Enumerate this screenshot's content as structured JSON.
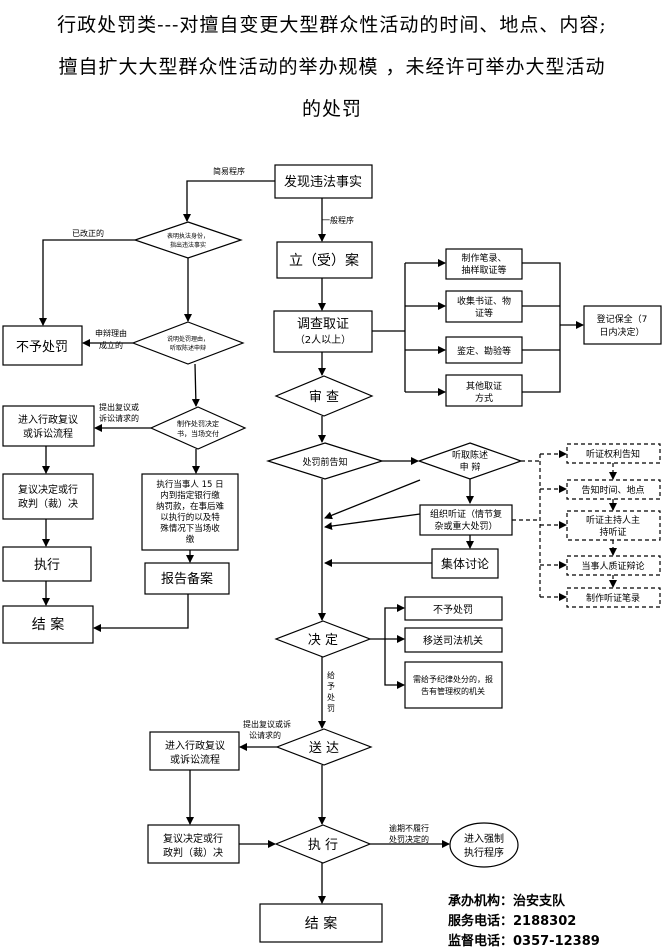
{
  "title": {
    "line1": "行政处罚类---对擅自变更大型群众性活动的时间、地点、内容;",
    "line2": "擅自扩大大型群众性活动的举办规模 ，未经许可举办大型活动",
    "line3": "的处罚"
  },
  "nodes": {
    "discover": "发现违法事实",
    "file_case": "立（受）案",
    "investigate_1": "调查取证",
    "investigate_2": "（2人以上）",
    "review": "审 查",
    "pre_notice": "处罚前告知",
    "hearing_defense_1": "听取陈述",
    "hearing_defense_2": "申 辩",
    "org_hearing_1": "组织听证（情节复",
    "org_hearing_2": "杂或重大处罚）",
    "collective": "集体讨论",
    "decision": "决 定",
    "deliver": "送 达",
    "execute_main": "执 行",
    "close_main": "结 案",
    "no_penalty_r": "不予处罚",
    "transfer": "移送司法机关",
    "discipline_1": "需给予纪律处分的，报",
    "discipline_2": "告有管理权的机关",
    "record_1": "制作笔录、",
    "record_2": "抽样取证等",
    "collect_1": "收集书证、物",
    "collect_2": "证等",
    "appraise": "鉴定、勘验等",
    "other_1": "其他取证",
    "other_2": "方式",
    "preserve_1": "登记保全（7",
    "preserve_2": "日内决定）",
    "h_notify": "听证权利告知",
    "h_time": "告知时间、地点",
    "h_host_1": "听证主持人主",
    "h_host_2": "持听证",
    "h_cross": "当事人质证辩论",
    "h_record": "制作听证笔录",
    "show_id_1": "表明执法身份，",
    "show_id_2": "指出违法事实",
    "explain_1": "说明处罚理由，",
    "explain_2": "听取陈述申辩",
    "make_decision_1": "制作处罚决定",
    "make_decision_2": "书，当场交付",
    "no_penalty_l": "不予处罚",
    "reconsider_l_1": "进入行政复议",
    "reconsider_l_2": "或诉讼流程",
    "review_decision_l_1": "复议决定或行",
    "review_decision_l_2": "政判（裁）决",
    "execute_l": "执行",
    "close_l": "结 案",
    "pay_1": "执行当事人 15 日",
    "pay_2": "内到指定银行缴",
    "pay_3": "纳罚款，在事后难",
    "pay_4": "以执行的以及特",
    "pay_5": "殊情况下当场收",
    "pay_6": "缴",
    "report": "报告备案",
    "reconsider_b_1": "进入行政复议",
    "reconsider_b_2": "或诉讼流程",
    "review_decision_b_1": "复议决定或行",
    "review_decision_b_2": "政判（裁）决",
    "enforce_1": "进入强制",
    "enforce_2": "执行程序"
  },
  "edge_labels": {
    "simple": "简易程序",
    "general": "一般程序",
    "corrected": "已改正的",
    "appeal_ok_1": "申辩理由",
    "appeal_ok_2": "成立的",
    "appeal_l_1": "提出复议或",
    "appeal_l_2": "诉讼请求的",
    "give_penalty_1": "给",
    "give_penalty_2": "予",
    "give_penalty_3": "处",
    "give_penalty_4": "罚",
    "appeal_b_1": "提出复议或诉",
    "appeal_b_2": "讼请求的",
    "overdue_1": "逾期不履行",
    "overdue_2": "处罚决定的"
  },
  "footer": {
    "agency": "承办机构：治安支队",
    "phone": "服务电话：2188302",
    "supervise": "监督电话：0357-12389"
  }
}
